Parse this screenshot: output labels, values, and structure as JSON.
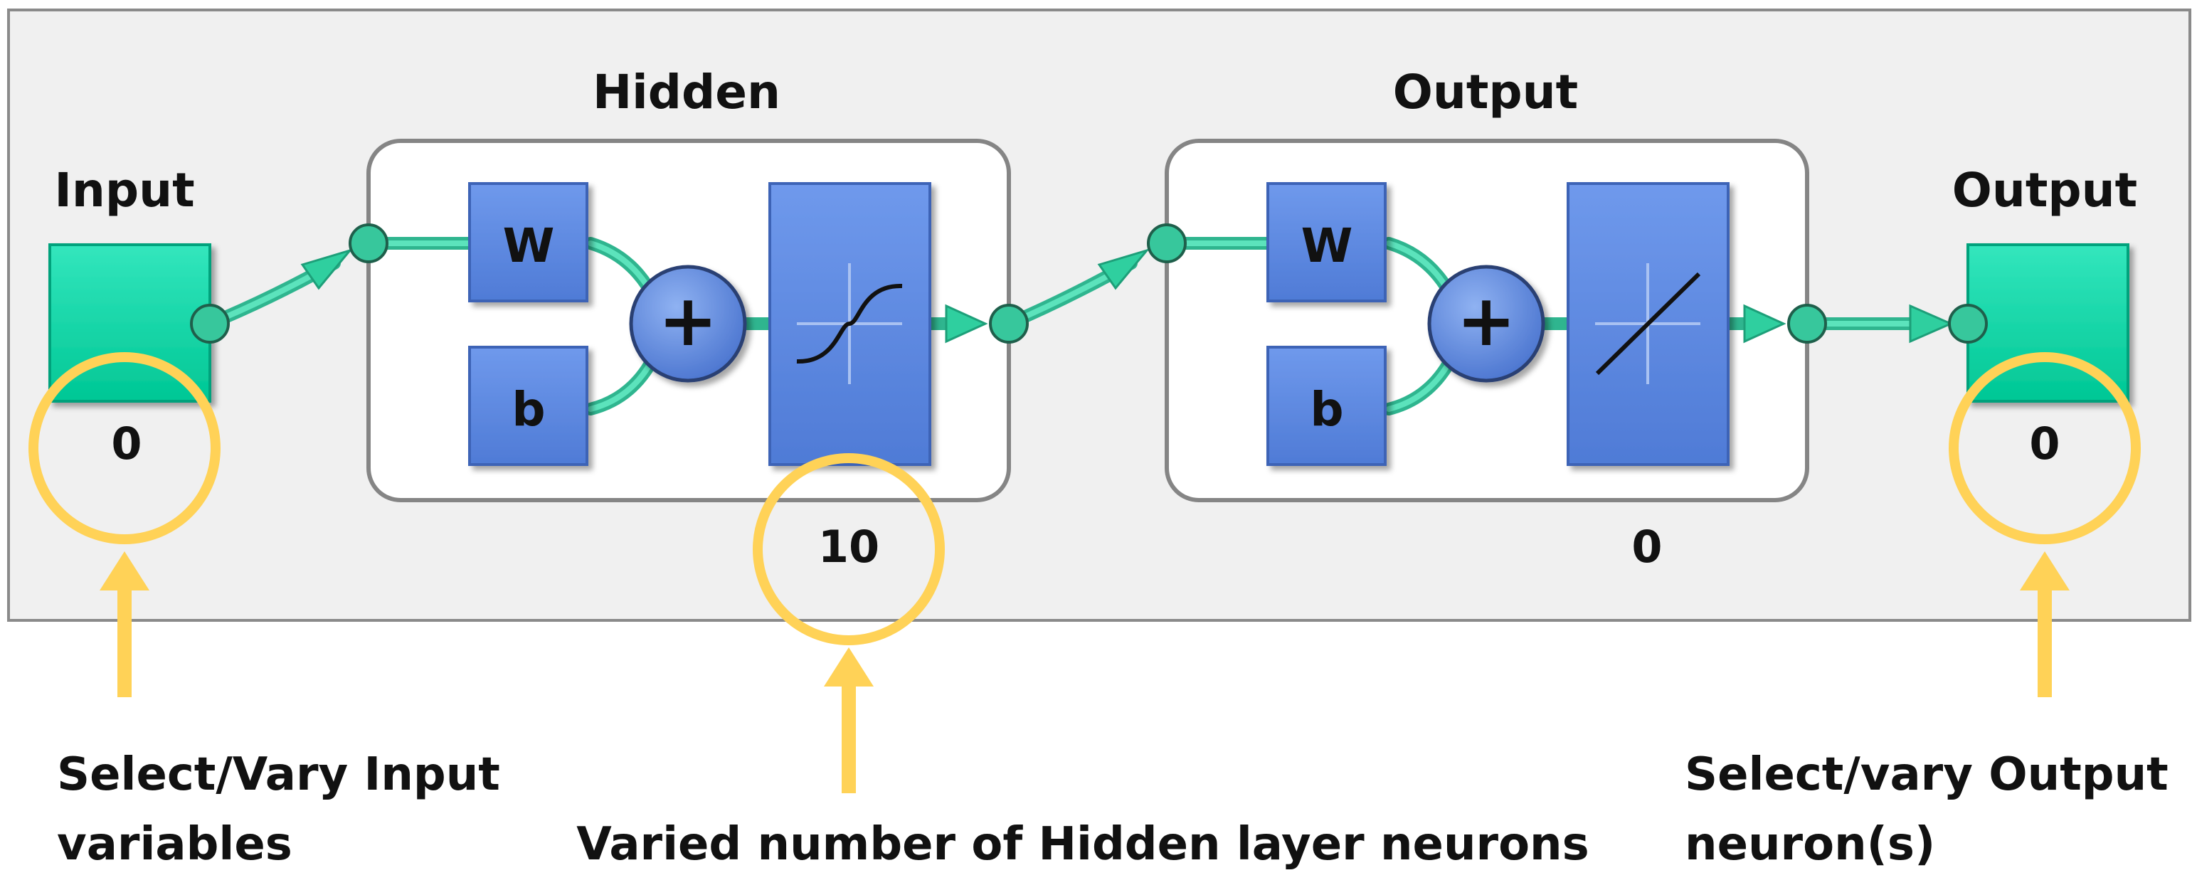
{
  "colors": {
    "panel_bg": "#f0f0f0",
    "panel_border": "#8a8a8a",
    "io_block": "#00d8a6",
    "io_block_edge": "#00a27b",
    "op_block": "#5b87e0",
    "op_block_edge": "#3d63b6",
    "connector": "#3fd0a8",
    "node": "#37c79c",
    "highlight": "#ffd257"
  },
  "network": {
    "input": {
      "title": "Input",
      "size": "0"
    },
    "hidden_layer": {
      "title": "Hidden",
      "weight_label": "W",
      "bias_label": "b",
      "sum_symbol": "+",
      "transfer": "sigmoid-icon",
      "size": "10"
    },
    "output_layer": {
      "title": "Output",
      "weight_label": "W",
      "bias_label": "b",
      "sum_symbol": "+",
      "transfer": "linear-icon",
      "size": "0"
    },
    "output": {
      "title": "Output",
      "size": "0"
    }
  },
  "annotations": {
    "input": {
      "line1": "Select/Vary Input",
      "line2": "variables"
    },
    "hidden": {
      "line1": "Varied number of Hidden layer neurons"
    },
    "output": {
      "line1": "Select/vary Output",
      "line2": "neuron(s)"
    }
  }
}
